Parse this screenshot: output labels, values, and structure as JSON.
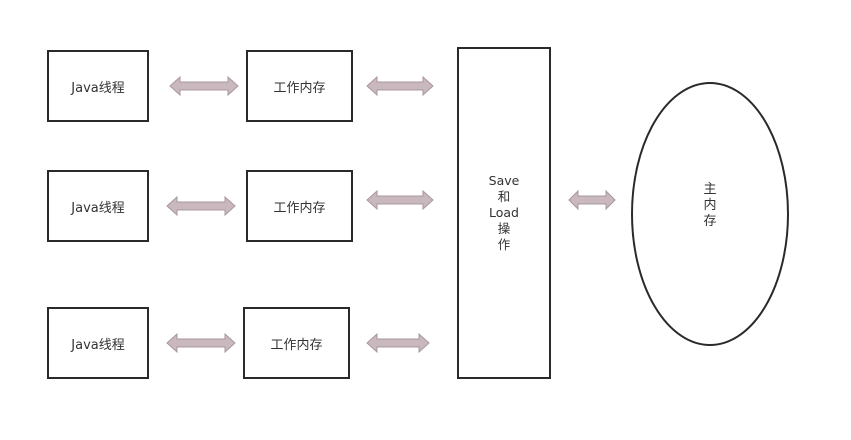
{
  "diagram": {
    "title": "",
    "colors": {
      "border": "#2a2a2a",
      "arrow_fill": "#c9b9be",
      "arrow_stroke": "#a8989e",
      "text": "#333333",
      "background": "#ffffff"
    },
    "rows": [
      {
        "thread_label": "Java线程",
        "working_memory_label": "工作内存"
      },
      {
        "thread_label": "Java线程",
        "working_memory_label": "工作内存"
      },
      {
        "thread_label": "Java线程",
        "working_memory_label": "工作内存"
      }
    ],
    "save_load": {
      "lines": [
        "Save",
        "和",
        "Load",
        "操",
        "作"
      ]
    },
    "main_memory": {
      "lines": [
        "主",
        "内",
        "存"
      ]
    },
    "connectors": {
      "type": "bidirectional-arrow",
      "count": 7
    }
  }
}
